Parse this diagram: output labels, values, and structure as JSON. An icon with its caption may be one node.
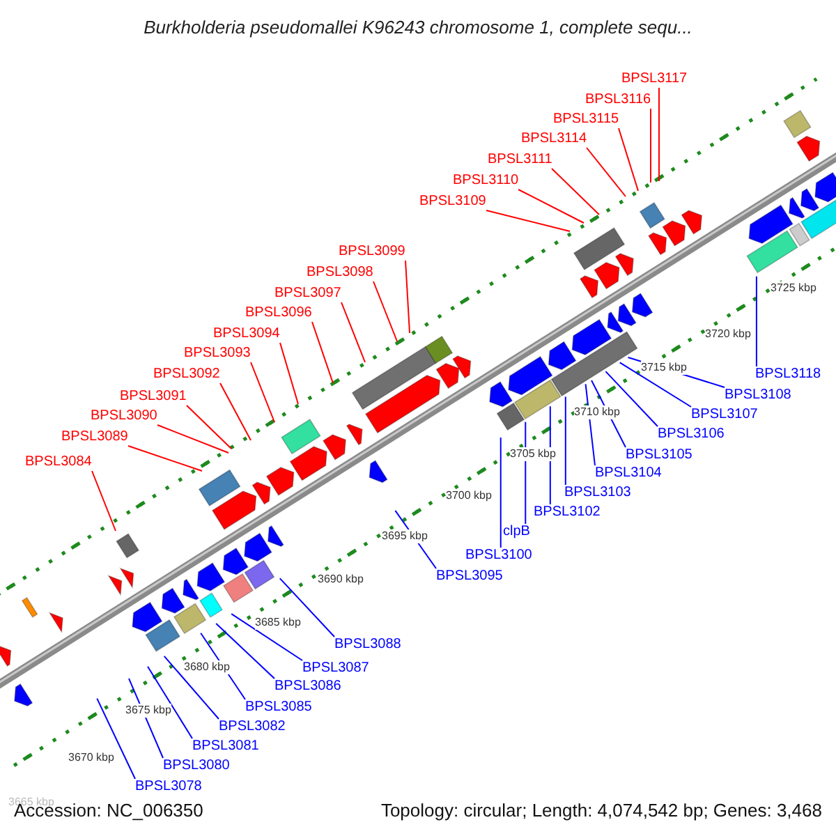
{
  "diagram": {
    "title": "Burkholderia pseudomallei K96243 chromosome 1, complete sequ...",
    "nodes": [
      {
        "text": [
          "BPSL3117"
        ]
      },
      {
        "text": [
          "BPSL3116"
        ]
      },
      {
        "text": [
          "BPSL3115"
        ]
      },
      {
        "text": [
          "BPSL3114"
        ]
      },
      {
        "text": [
          "BPSL3111"
        ]
      },
      {
        "text": [
          "BPSL3110"
        ]
      },
      {
        "text": [
          "BPSL3109"
        ]
      },
      {
        "text": [
          "BPSL3099"
        ]
      },
      {
        "text": [
          "BPSL3098"
        ]
      },
      {
        "text": [
          "BPSL3097"
        ]
      },
      {
        "text": [
          "BPSL3096"
        ]
      },
      {
        "text": [
          "BPSL3094"
        ]
      },
      {
        "text": [
          "BPSL3093"
        ]
      },
      {
        "text": [
          "BPSL3092"
        ]
      },
      {
        "text": [
          "BPSL3091"
        ]
      },
      {
        "text": [
          "BPSL3090"
        ]
      },
      {
        "text": [
          "BPSL3089"
        ]
      },
      {
        "text": [
          "BPSL3084"
        ]
      },
      {
        "text": [
          "BPSL3118"
        ]
      },
      {
        "text": [
          "BPSL3108"
        ]
      },
      {
        "text": [
          "BPSL3107"
        ]
      },
      {
        "text": [
          "BPSL3106"
        ]
      },
      {
        "text": [
          "BPSL3105"
        ]
      },
      {
        "text": [
          "BPSL3104"
        ]
      },
      {
        "text": [
          "BPSL3103"
        ]
      },
      {
        "text": [
          "BPSL3102"
        ]
      },
      {
        "text": [
          "clpB"
        ]
      },
      {
        "text": [
          "BPSL3100"
        ]
      },
      {
        "text": [
          "BPSL3095"
        ]
      },
      {
        "text": [
          "BPSL3088"
        ]
      },
      {
        "text": [
          "BPSL3087"
        ]
      },
      {
        "text": [
          "BPSL3086"
        ]
      },
      {
        "text": [
          "BPSL3085"
        ]
      },
      {
        "text": [
          "BPSL3082"
        ]
      },
      {
        "text": [
          "BPSL3081"
        ]
      },
      {
        "text": [
          "BPSL3080"
        ]
      },
      {
        "text": [
          "BPSL3078"
        ]
      }
    ],
    "edges": [
      {
        "from": 0,
        "to": null,
        "arrow": "none",
        "color": "#ff0000"
      },
      {
        "from": 1,
        "to": null,
        "arrow": "none",
        "color": "#ff0000"
      },
      {
        "from": 2,
        "to": null,
        "arrow": "none",
        "color": "#ff0000"
      },
      {
        "from": 3,
        "to": null,
        "arrow": "none",
        "color": "#ff0000"
      },
      {
        "from": 4,
        "to": null,
        "arrow": "none",
        "color": "#ff0000"
      },
      {
        "from": 5,
        "to": null,
        "arrow": "none",
        "color": "#ff0000"
      },
      {
        "from": 6,
        "to": null,
        "arrow": "none",
        "color": "#ff0000"
      },
      {
        "from": 7,
        "to": null,
        "arrow": "none",
        "color": "#ff0000"
      },
      {
        "from": 8,
        "to": null,
        "arrow": "none",
        "color": "#ff0000"
      },
      {
        "from": 9,
        "to": null,
        "arrow": "none",
        "color": "#ff0000"
      },
      {
        "from": 10,
        "to": null,
        "arrow": "none",
        "color": "#ff0000"
      },
      {
        "from": 11,
        "to": null,
        "arrow": "none",
        "color": "#ff0000"
      },
      {
        "from": 12,
        "to": null,
        "arrow": "none",
        "color": "#ff0000"
      },
      {
        "from": 13,
        "to": null,
        "arrow": "none",
        "color": "#ff0000"
      },
      {
        "from": 14,
        "to": null,
        "arrow": "none",
        "color": "#ff0000"
      },
      {
        "from": 15,
        "to": null,
        "arrow": "none",
        "color": "#ff0000"
      },
      {
        "from": 16,
        "to": null,
        "arrow": "none",
        "color": "#ff0000"
      },
      {
        "from": 17,
        "to": null,
        "arrow": "none",
        "color": "#ff0000"
      },
      {
        "from": 18,
        "to": null,
        "arrow": "none"
      },
      {
        "from": 19,
        "to": null,
        "arrow": "none"
      },
      {
        "from": 20,
        "to": null,
        "arrow": "none"
      },
      {
        "from": 21,
        "to": null,
        "arrow": "none"
      },
      {
        "from": 22,
        "to": null,
        "arrow": "none"
      },
      {
        "from": 23,
        "to": null,
        "arrow": "none"
      },
      {
        "from": 24,
        "to": null,
        "arrow": "none"
      },
      {
        "from": 25,
        "to": null,
        "arrow": "none"
      },
      {
        "from": 26,
        "to": null,
        "arrow": "none"
      },
      {
        "from": 27,
        "to": null,
        "arrow": "none"
      },
      {
        "from": 28,
        "to": null,
        "arrow": "none"
      },
      {
        "from": 29,
        "to": null,
        "arrow": "none"
      },
      {
        "from": 30,
        "to": null,
        "arrow": "none"
      },
      {
        "from": 31,
        "to": null,
        "arrow": "none"
      },
      {
        "from": 32,
        "to": null,
        "arrow": "none"
      },
      {
        "from": 33,
        "to": null,
        "arrow": "none"
      },
      {
        "from": 34,
        "to": null,
        "arrow": "none"
      },
      {
        "from": 35,
        "to": null,
        "arrow": "none"
      },
      {
        "from": 36,
        "to": null,
        "arrow": "none"
      }
    ],
    "labels": [
      "3725 kbp",
      "3720 kbp",
      "3715 kbp",
      "3710 kbp",
      "3705 kbp",
      "3700 kbp",
      "3695 kbp",
      "3690 kbp",
      "3685 kbp",
      "3680 kbp",
      "3675 kbp",
      "3670 kbp",
      "3665 kbp",
      "Accession: NC_006350",
      "Topology: circular; Length: 4,074,542 bp; Genes: 3,468"
    ]
  }
}
